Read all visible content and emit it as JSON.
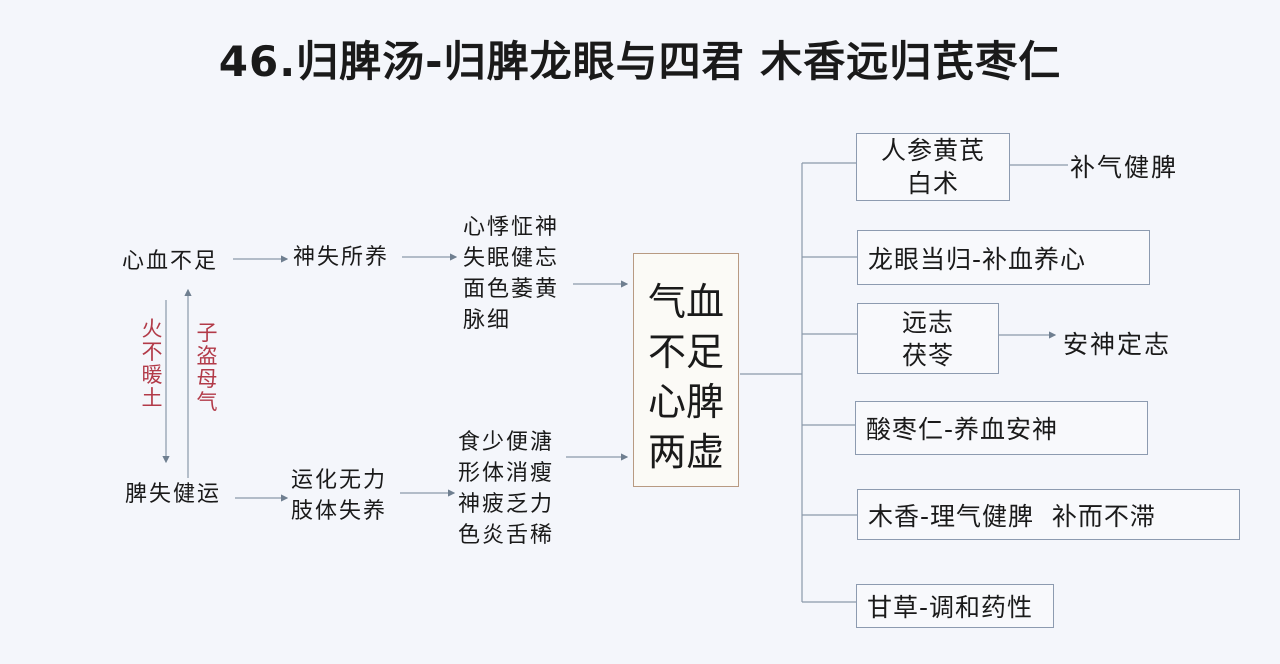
{
  "title": "46.归脾汤-归脾龙眼与四君 木香远归芪枣仁",
  "left": {
    "heart_blood": "心血不足",
    "spirit": "神失所养",
    "heart_symptoms": [
      "心悸怔神",
      "失眠健忘",
      "面色萎黄",
      "脉细"
    ],
    "spleen": "脾失健运",
    "transport": [
      "运化无力",
      "肢体失养"
    ],
    "spleen_symptoms": [
      "食少便溏",
      "形体消瘦",
      "神疲乏力",
      "色炎舌稀"
    ],
    "fire_label": "火不暖土",
    "child_label": "子盗母气"
  },
  "center": [
    "气血",
    "不足",
    "心脾",
    "两虚"
  ],
  "herbs": {
    "ginseng": [
      "人参黄芪",
      "白术"
    ],
    "ginseng_effect": "补气健脾",
    "longan": "龙眼当归-补血养心",
    "polygala": [
      "远志",
      "茯苓"
    ],
    "polygala_effect": "安神定志",
    "jujube": "酸枣仁-养血安神",
    "costus": "木香-理气健脾  补而不滞",
    "licorice": "甘草-调和药性"
  },
  "colors": {
    "red_text": "#b23a48",
    "box_border": "#8d9bb0",
    "center_border": "#b89a82"
  }
}
